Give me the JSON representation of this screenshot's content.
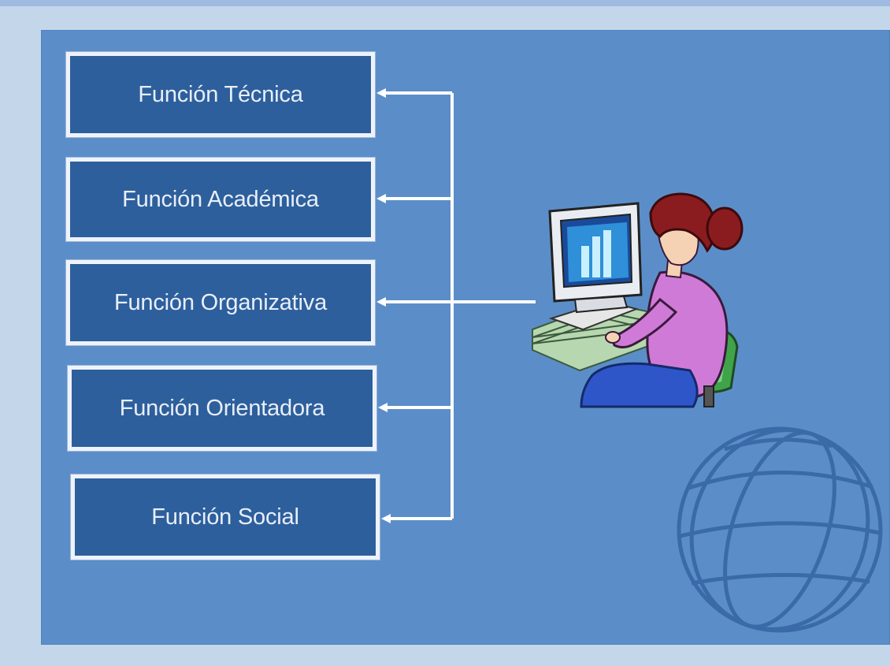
{
  "diagram": {
    "functions": [
      {
        "label": "Función Técnica"
      },
      {
        "label": "Función Académica"
      },
      {
        "label": "Función Organizativa"
      },
      {
        "label": "Función Orientadora"
      },
      {
        "label": "Función Social"
      }
    ],
    "illustrations": [
      "woman-at-computer-icon",
      "globe-icon"
    ]
  },
  "colors": {
    "page_background": "#c4d6ea",
    "panel_background": "#5b8ec9",
    "box_fill": "#2d5f9c",
    "box_border": "#eef3fb",
    "connector": "#ffffff",
    "globe": "#3a6aa8"
  }
}
